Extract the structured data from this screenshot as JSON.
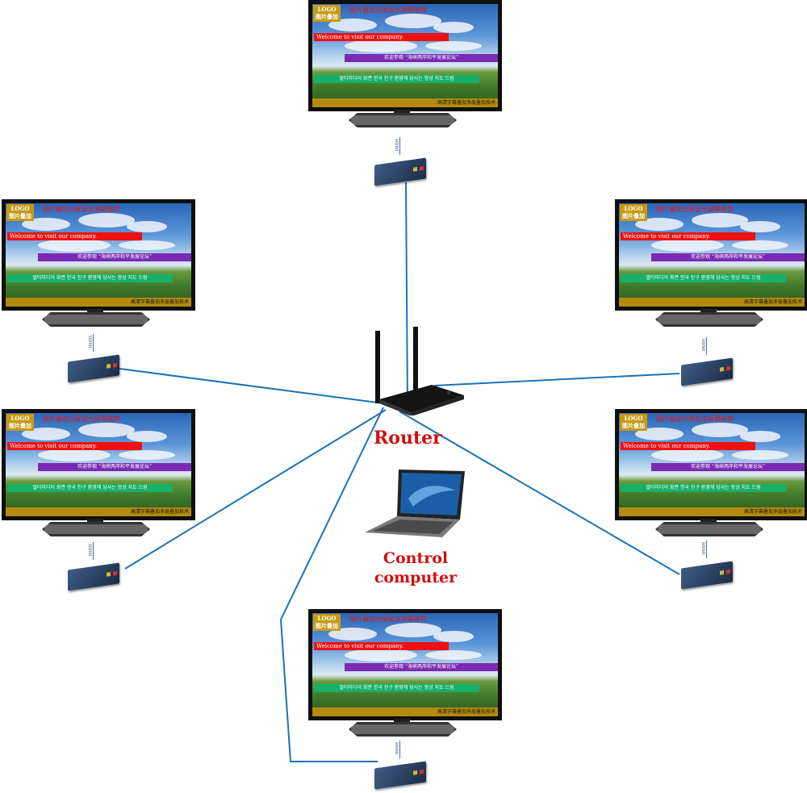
{
  "tv_screen": {
    "logo_line1": "LOGO",
    "logo_line2": "图片叠加",
    "title": "图片叠加分屏显示屏幕推荐",
    "welcome": "Welcome to visit our company.",
    "purple_text": "欢迎参观 “海峡两岸和平发展论坛”",
    "green_text": "멀티미디어 화면 한국 친구 환영해 당사는 항상 지도 드림",
    "gold_text": "高清字幕叠加多层叠加技术"
  },
  "extender": {
    "hdmi_label": "HDMI"
  },
  "router": {
    "label": "Router"
  },
  "computer": {
    "label": "Control computer",
    "label_line1": "Control",
    "label_line2": "computer"
  },
  "colors": {
    "cable": "#1b73b8",
    "label_red": "#d01010",
    "tv_gold": "#b48b0c",
    "bar_red": "#ee1111",
    "bar_purple": "#7b2ab3",
    "bar_green": "#16b06a"
  },
  "icons": [
    "router-icon",
    "laptop-icon",
    "hdmi-extender-icon",
    "tv-icon"
  ]
}
